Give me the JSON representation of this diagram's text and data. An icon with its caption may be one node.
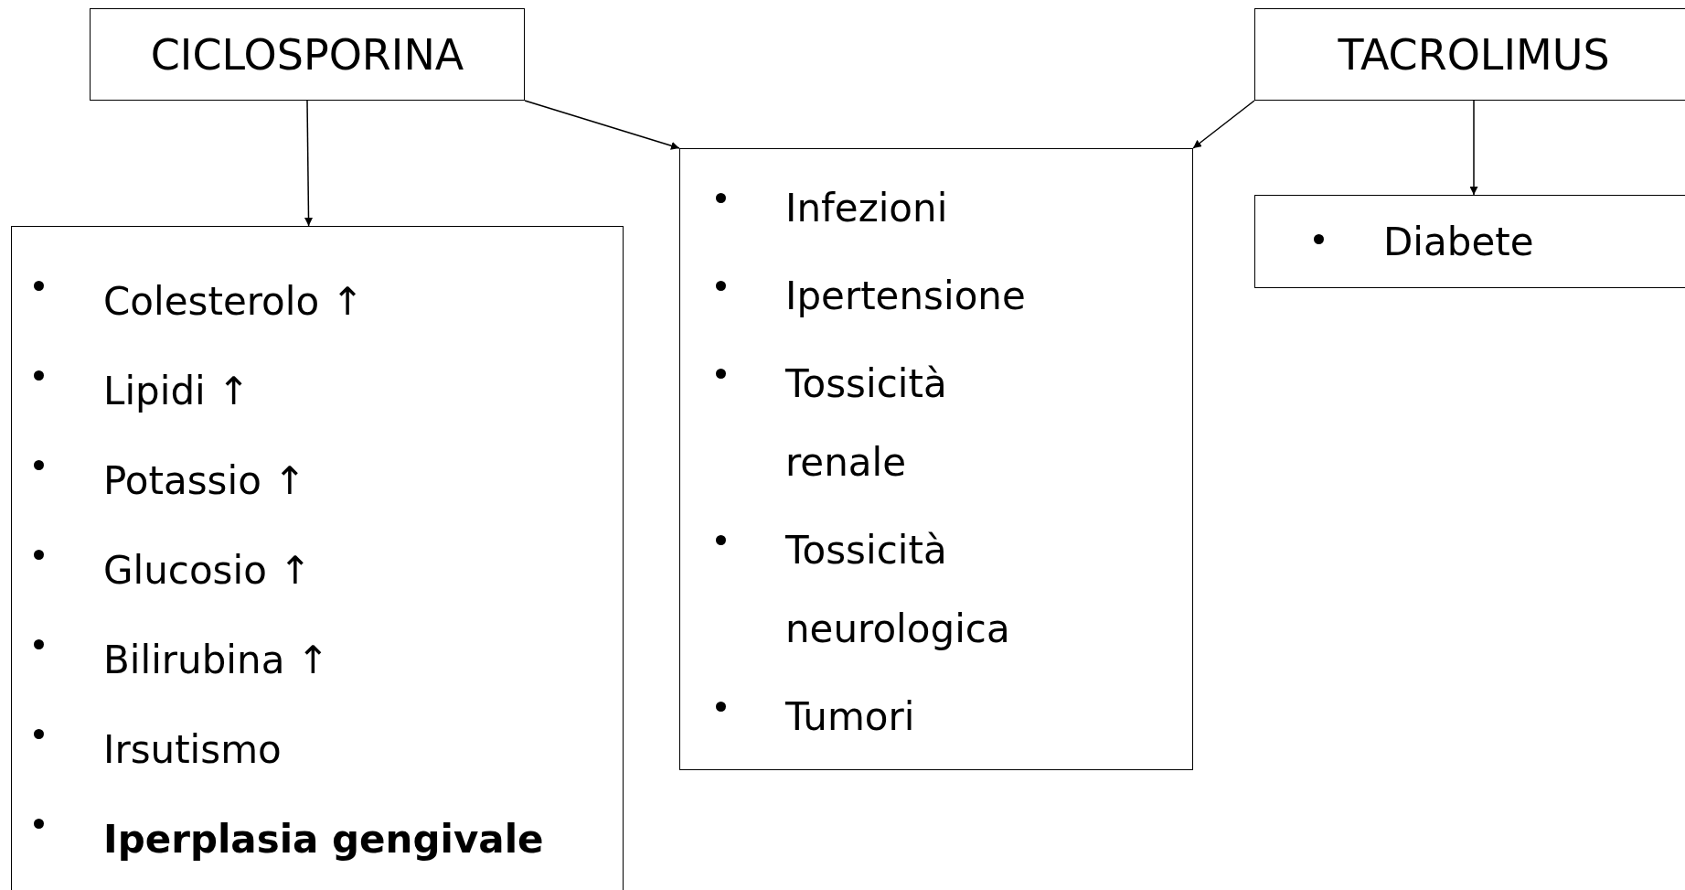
{
  "diagram": {
    "nodes": [
      {
        "text": [
          "CICLOSPORINA"
        ]
      },
      {
        "text": [
          "TACROLIMUS"
        ]
      },
      {
        "text": [
          "Colesterolo ↑",
          "Lipidi ↑",
          "Potassio ↑",
          "Glucosio ↑",
          "Bilirubina ↑",
          "Irsutismo",
          "**Iperplasia gengivale**"
        ]
      },
      {
        "text": [
          "Infezioni",
          "Ipertensione",
          "Tossicità renale",
          "Tossicità neurologica",
          "Tumori"
        ]
      },
      {
        "text": [
          "Diabete"
        ]
      }
    ],
    "edges": [
      {
        "from": 0,
        "to": 2,
        "arrow": "to"
      },
      {
        "from": 0,
        "to": 3,
        "arrow": "to"
      },
      {
        "from": 1,
        "to": 3,
        "arrow": "to"
      },
      {
        "from": 1,
        "to": 4,
        "arrow": "to"
      }
    ]
  }
}
